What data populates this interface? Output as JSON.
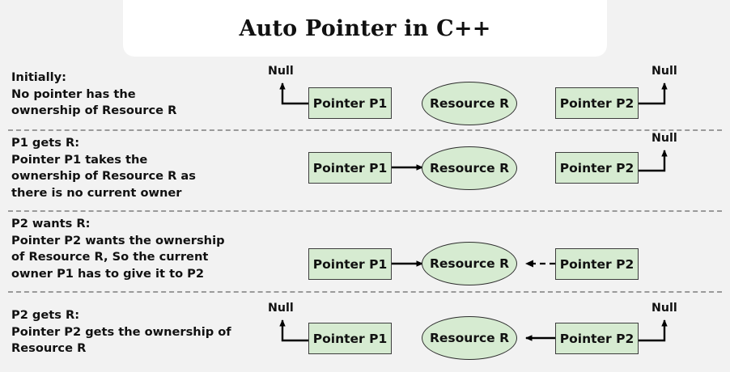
{
  "title": "Auto Pointer in C++",
  "theme": {
    "background": "#f2f2f2",
    "card_background": "#ffffff",
    "node_fill": "#d6ebd1",
    "node_stroke": "#3d3d3d",
    "text_color": "#111111",
    "separator_color": "#9a9a9a",
    "arrow_color": "#000000"
  },
  "labels": {
    "pointer_p1": "Pointer P1",
    "pointer_p2": "Pointer P2",
    "resource_r": "Resource R",
    "null": "Null"
  },
  "rows": [
    {
      "id": "initially",
      "heading": "Initially:",
      "lines": [
        "No pointer has the",
        "ownership of Resource R"
      ],
      "p1_null": true,
      "p2_null": true,
      "p1_to_r": "none",
      "p2_to_r": "none"
    },
    {
      "id": "p1-gets-r",
      "heading": "P1 gets R:",
      "lines": [
        "Pointer P1 takes the",
        "ownership of Resource R as",
        "there is no current owner"
      ],
      "p1_null": false,
      "p2_null": true,
      "p1_to_r": "solid",
      "p2_to_r": "none"
    },
    {
      "id": "p2-wants-r",
      "heading": "P2 wants R:",
      "lines": [
        "Pointer P2 wants the ownership",
        "of Resource R, So the current",
        "owner P1 has to give it to P2"
      ],
      "p1_null": false,
      "p2_null": false,
      "p1_to_r": "solid",
      "p2_to_r": "dashed"
    },
    {
      "id": "p2-gets-r",
      "heading": "P2 gets R:",
      "lines": [
        "Pointer P2 gets the ownership of",
        "Resource R"
      ],
      "p1_null": true,
      "p2_null": true,
      "p1_to_r": "none",
      "p2_to_r": "solid"
    }
  ]
}
